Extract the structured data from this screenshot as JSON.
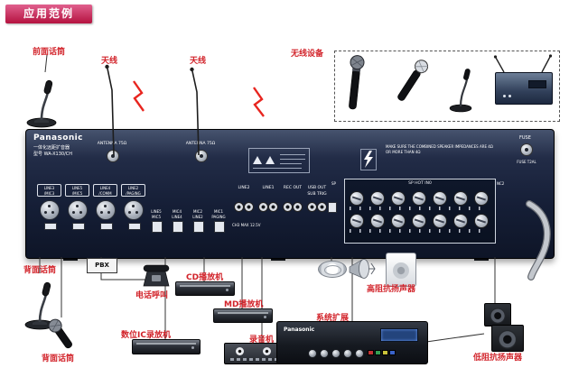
{
  "page": {
    "title": "应用范例"
  },
  "labels": {
    "front_mic": "前面话筒",
    "antenna_left": "天线",
    "antenna_right": "天线",
    "wireless_devices": "无线设备",
    "rear_mic_top": "背面话筒",
    "rear_mic_bottom": "背面话筒",
    "pbx": "PBX",
    "phone_call": "电话呼叫",
    "cd_player": "CD播放机",
    "md_player": "MD播放机",
    "ic_recorder": "数位IC录放机",
    "tape_recorder": "录音机",
    "system_expansion": "系统扩展",
    "high_impedance_speaker": "高阻抗扬声器",
    "low_impedance_speaker": "低阻抗扬声器"
  },
  "panel": {
    "brand": "Panasonic",
    "subtitle": "一体化远距扩音器",
    "model": "型号 WA-X130/CH",
    "antenna_left": "ANTENNA 75Ω",
    "antenna_right": "ANTENNA 75Ω",
    "impedance_note": "MAKE SURE THE COMBINED SPEAKER IMPEDANCES ARE 4Ω OR MORE THAN 4Ω",
    "fuse_label": "FUSE",
    "fuse_rating": "FUSE T2AL",
    "xlr_groups": [
      {
        "l1": "LINE3",
        "l2": "/MIC3"
      },
      {
        "l1": "LINE5",
        "l2": "/MIC5"
      },
      {
        "l1": "LINE4",
        "l2": "/COMM"
      },
      {
        "l1": "LINE2",
        "l2": "/PAGING"
      }
    ],
    "switch_groups": [
      {
        "l1": "LINE5",
        "l2": "MIC5"
      },
      {
        "l1": "MIC4",
        "l2": "LINE4"
      },
      {
        "l1": "MIC2",
        "l2": "LINE2"
      },
      {
        "l1": "MIC1",
        "l2": "PAGING"
      }
    ],
    "rca_groups": [
      "LINE2",
      "LINE1",
      "REC OUT",
      "USB OUT"
    ],
    "rca_sub": "SUB TRIG",
    "rca_note": "CH3 MAX 12.5V",
    "sp_header": "SP HOT IN0",
    "sp_left": "SP",
    "sp_right": "NC2"
  },
  "devices": {
    "system_amp_brand": "Panasonic"
  }
}
